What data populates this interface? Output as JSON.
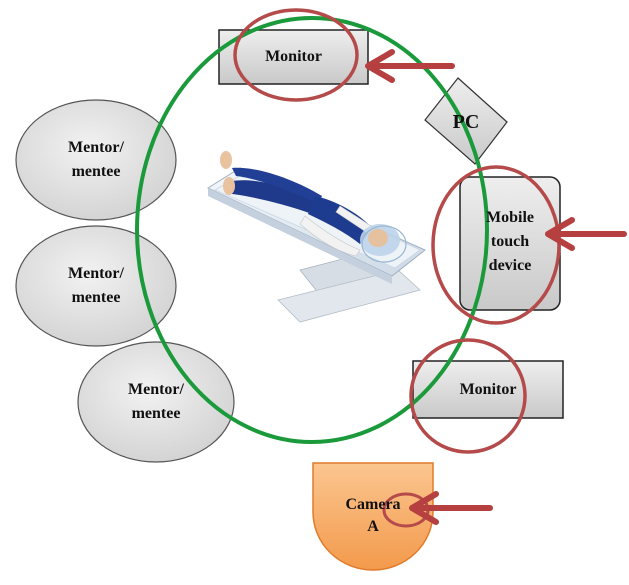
{
  "diagram": {
    "monitor_top": "Monitor",
    "monitor_bottom": "Monitor",
    "pc": "PC",
    "mobile_device": [
      "Mobile",
      "touch",
      "device"
    ],
    "mentor_1": [
      "Mentor/",
      "mentee"
    ],
    "mentor_2": [
      "Mentor/",
      "mentee"
    ],
    "mentor_3": [
      "Mentor/",
      "mentee"
    ],
    "camera": [
      "Camera",
      "A"
    ]
  },
  "colors": {
    "green_ring": "#1a9a3a",
    "red_circle": "#b44a4a",
    "red_arrow": "#b5403f",
    "box_fill": "#d9d9d9",
    "ellipse_fill": "#e6e6e6",
    "camera_fill": "#f6b072",
    "camera_stroke": "#e07b2a",
    "patient_suit": "#1f3a8a",
    "table_fill": "#e8eef5"
  },
  "icons": {
    "patient": "patient-on-table-illustration"
  }
}
